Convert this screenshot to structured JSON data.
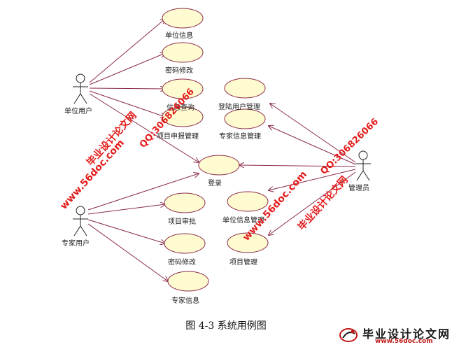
{
  "actors": {
    "unit_user": "单位用户",
    "expert_user": "专家用户",
    "admin": "管理员"
  },
  "use_cases": {
    "unit_info": "单位信息",
    "password_change_1": "密码修改",
    "info_query": "信息查询",
    "project_declare": "项目申报管理",
    "login": "登录",
    "project_review": "项目审批",
    "password_change_2": "密码修改",
    "expert_info": "专家信息",
    "login_user_mgmt": "登陆用户管理",
    "expert_info_mgmt": "专家信息管理",
    "unit_info_mgmt": "单位信息管理",
    "project_mgmt": "项目管理"
  },
  "caption": "图 4-3 系统用例图",
  "watermarks": {
    "site_cn": "毕业设计论文网",
    "qq": "QQ:306826066",
    "url": "www.56doc.com"
  },
  "brand": {
    "name": "毕业设计论文网",
    "url": "www.56doc.com"
  },
  "colors": {
    "line": "#8b2c4a",
    "ellipse_fill": "#fffbd0",
    "ellipse_stroke": "#8b2c4a",
    "watermark": "#e31c1c"
  }
}
